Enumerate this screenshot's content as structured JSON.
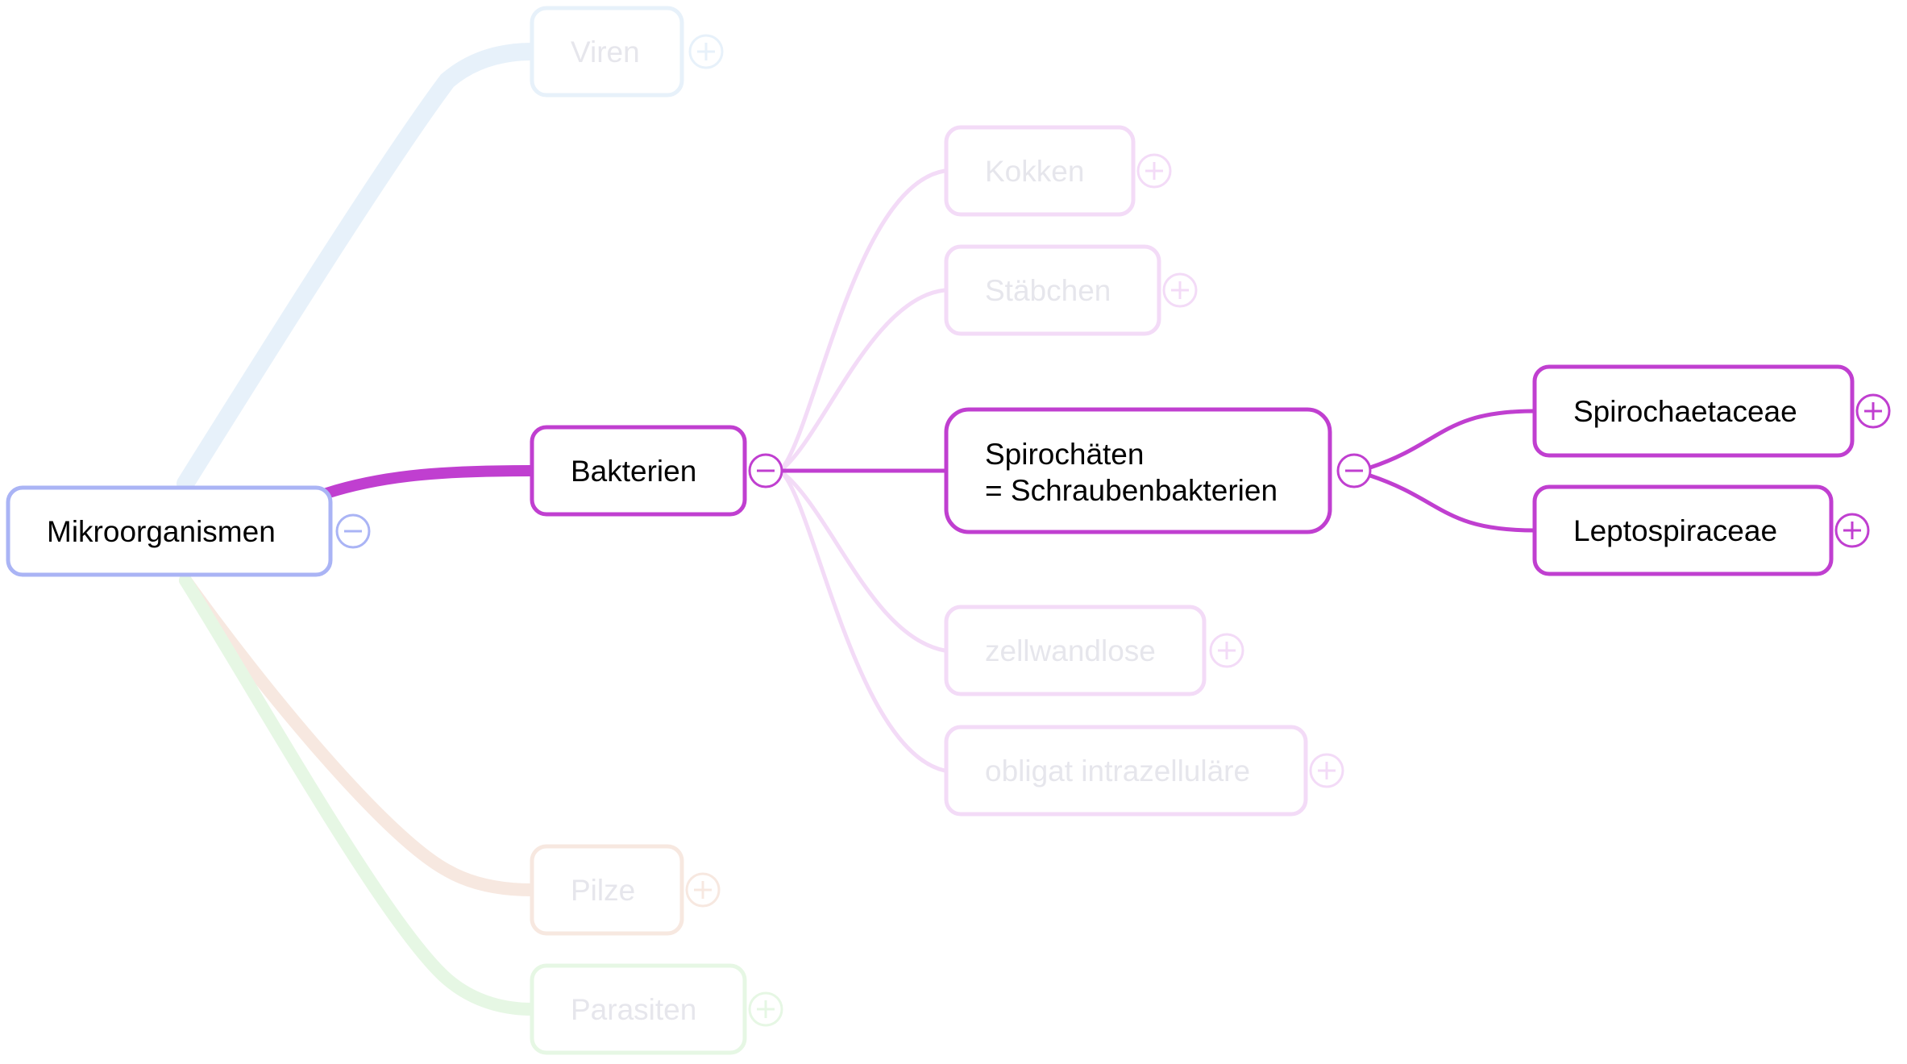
{
  "root": {
    "label": "Mikroorganismen",
    "toggle": "collapse",
    "color": "#aab4f5",
    "faded": false
  },
  "branches": [
    {
      "id": "viren",
      "label": "Viren",
      "toggle": "expand",
      "color": "#bcd8f0",
      "faded": true
    },
    {
      "id": "bakterien",
      "label": "Bakterien",
      "toggle": "collapse",
      "color": "#c03fd0",
      "faded": false,
      "children": [
        {
          "id": "kokken",
          "label": "Kokken",
          "toggle": "expand",
          "faded": true
        },
        {
          "id": "staebchen",
          "label": "Stäbchen",
          "toggle": "expand",
          "faded": true
        },
        {
          "id": "spirochaeten",
          "lines": [
            "Spirochäten",
            "= Schraubenbakterien"
          ],
          "toggle": "collapse",
          "faded": false,
          "children": [
            {
              "id": "spirochaetaceae",
              "label": "Spirochaetaceae",
              "toggle": "expand",
              "faded": false
            },
            {
              "id": "leptospiraceae",
              "label": "Leptospiraceae",
              "toggle": "expand",
              "faded": false
            }
          ]
        },
        {
          "id": "zellwandlose",
          "label": "zellwandlose",
          "toggle": "expand",
          "faded": true
        },
        {
          "id": "obligat",
          "label": "obligat intrazelluläre",
          "toggle": "expand",
          "faded": true
        }
      ]
    },
    {
      "id": "pilze",
      "label": "Pilze",
      "toggle": "expand",
      "color": "#f1c9b3",
      "faded": true
    },
    {
      "id": "parasiten",
      "label": "Parasiten",
      "toggle": "expand",
      "color": "#b9e8b5",
      "faded": true
    }
  ],
  "icons": {
    "collapse": "minus-circle-icon",
    "expand": "plus-circle-icon"
  }
}
